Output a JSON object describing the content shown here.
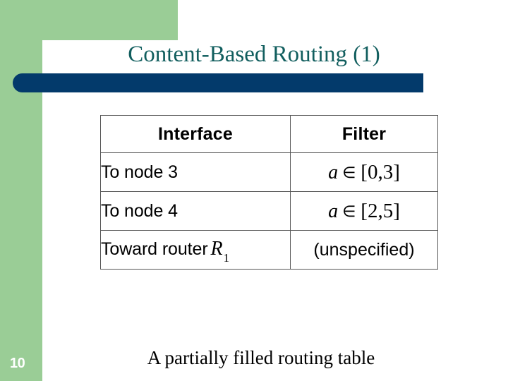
{
  "slide": {
    "title": "Content-Based Routing (1)",
    "page_number": "10",
    "caption": "A partially filled routing table"
  },
  "theme": {
    "green": "#9ACD96",
    "navy": "#033A6B",
    "title_teal": "#115E5E",
    "table_border": "#555555",
    "text_black": "#000000",
    "background": "#FFFFFF"
  },
  "table": {
    "headers": [
      "Interface",
      "Filter"
    ],
    "rows": [
      {
        "interface": "To node 3",
        "filter_variable": "a",
        "filter_operator": "∈",
        "filter_set": "[0,3]",
        "filter_text": "a ∈ [0,3]"
      },
      {
        "interface": "To node 4",
        "filter_variable": "a",
        "filter_operator": "∈",
        "filter_set": "[2,5]",
        "filter_text": "a ∈ [2,5]"
      },
      {
        "interface": "Toward router",
        "interface_router_symbol": "R",
        "interface_router_subscript": "1",
        "filter_text": "(unspecified)"
      }
    ]
  }
}
